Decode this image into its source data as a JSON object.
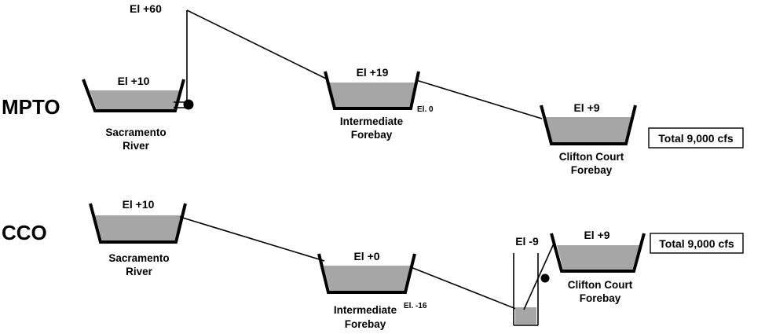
{
  "rows": {
    "mpto": {
      "label": "MPTO"
    },
    "cco": {
      "label": "CCO"
    }
  },
  "mpto": {
    "high_point": "El +60",
    "sacramento": {
      "elev": "El +10",
      "name_1": "Sacramento",
      "name_2": "River"
    },
    "intermediate": {
      "elev": "El +19",
      "bottom_elev": "El. 0",
      "name_1": "Intermediate",
      "name_2": "Forebay"
    },
    "clifton": {
      "elev": "El +9",
      "name_1": "Clifton Court",
      "name_2": "Forebay"
    },
    "total": "Total 9,000 cfs"
  },
  "cco": {
    "sacramento": {
      "elev": "El +10",
      "name_1": "Sacramento",
      "name_2": "River"
    },
    "intermediate": {
      "elev": "El +0",
      "bottom_elev": "El. -16",
      "name_1": "Intermediate",
      "name_2": "Forebay"
    },
    "sump": {
      "elev": "El -9"
    },
    "clifton": {
      "elev": "El +9",
      "name_1": "Clifton Court",
      "name_2": "Forebay"
    },
    "total": "Total 9,000 cfs"
  }
}
